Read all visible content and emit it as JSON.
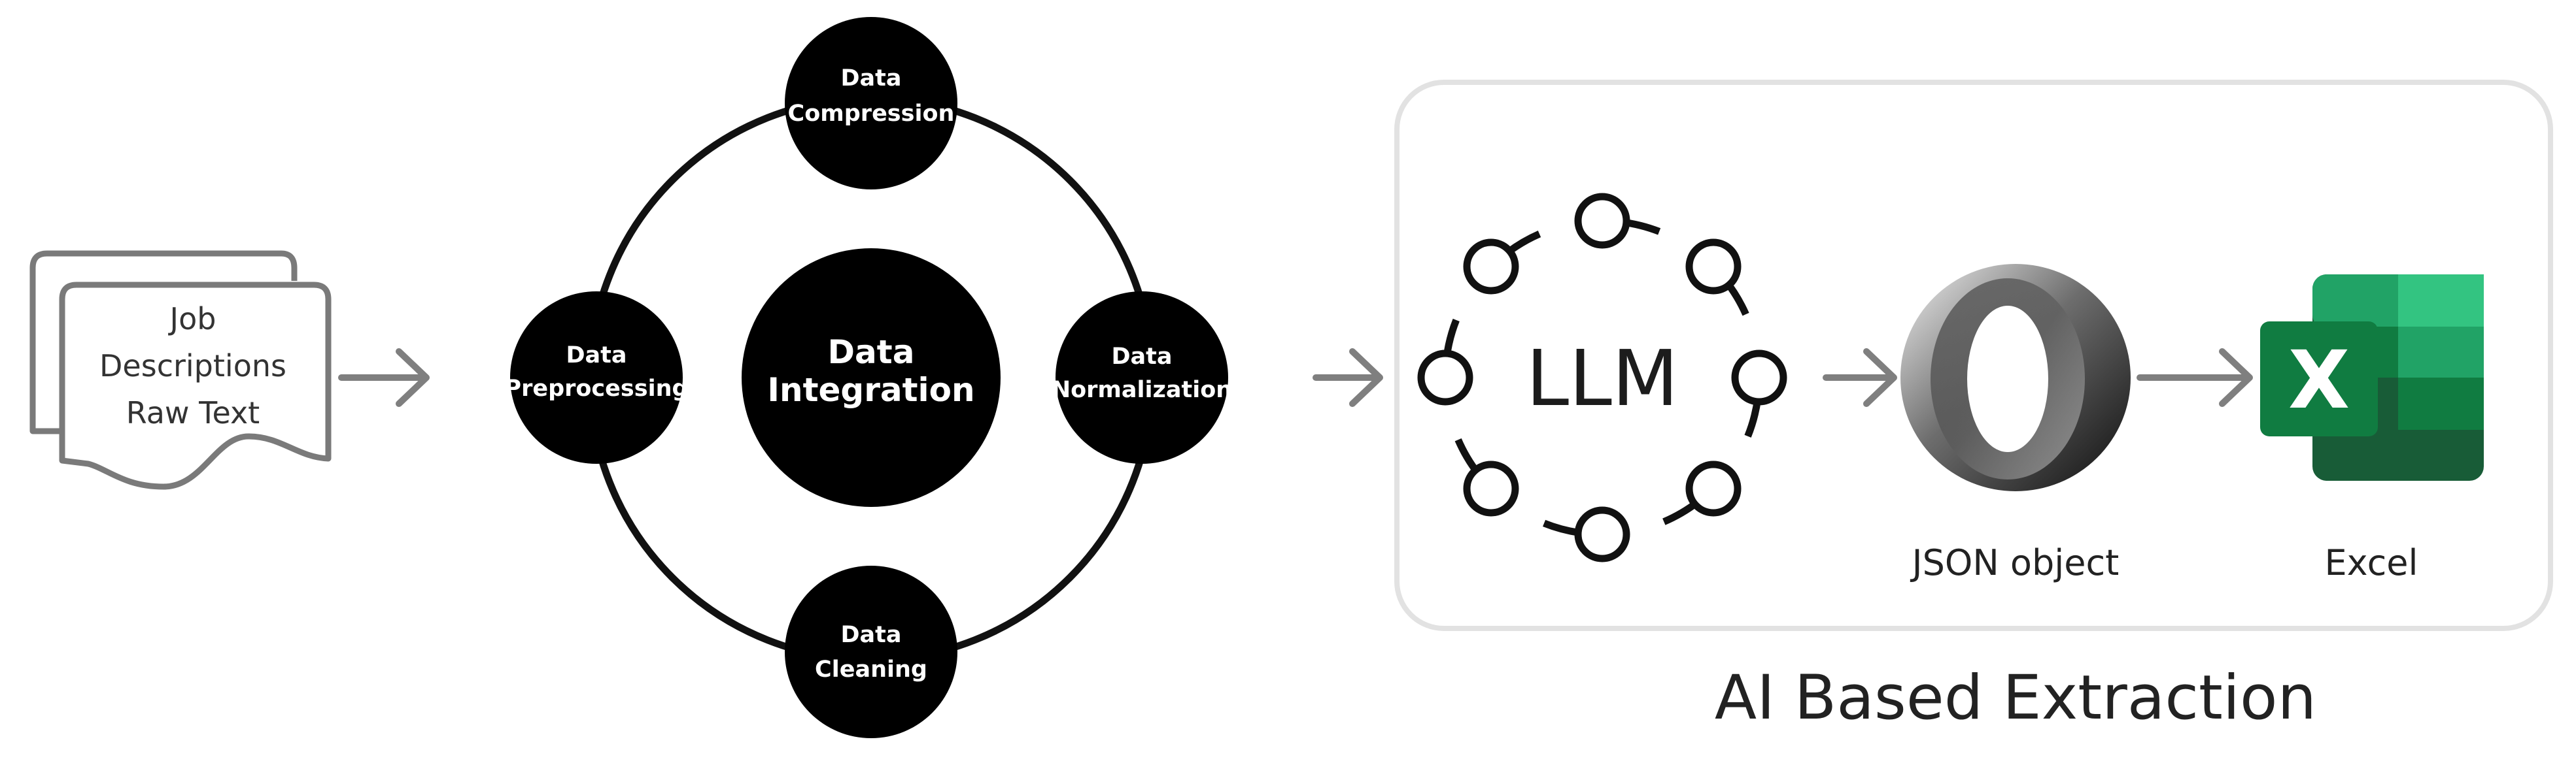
{
  "input_document": {
    "lines": [
      "Job",
      "Descriptions",
      "Raw Text"
    ]
  },
  "integration_cycle": {
    "center": [
      "Data",
      "Integration"
    ],
    "top": [
      "Data",
      "Compression"
    ],
    "left": [
      "Data",
      "Preprocessing"
    ],
    "right": [
      "Data",
      "Normalization"
    ],
    "bottom": [
      "Data",
      "Cleaning"
    ]
  },
  "extraction_panel": {
    "llm_label": "LLM",
    "json_caption": "JSON object",
    "excel_caption": "Excel",
    "excel_glyph": "X",
    "title": "AI Based Extraction"
  },
  "colors": {
    "node_fill": "#000000",
    "arrow": "#7f7f7f",
    "panel_border": "#e2e2e2",
    "excel_green_dark": "#185c37",
    "excel_green": "#107c41",
    "excel_green_light": "#21a366",
    "excel_green_bright": "#33c481"
  }
}
